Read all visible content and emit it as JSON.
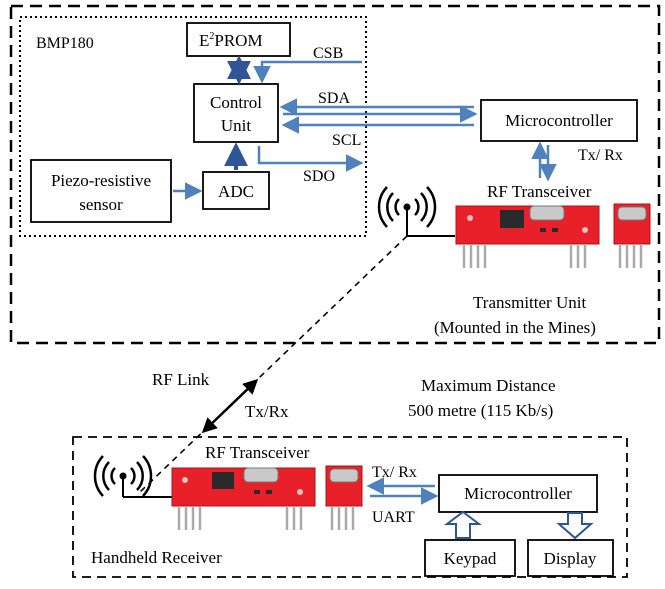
{
  "title": "",
  "transmitter": {
    "chip_label": "BMP180",
    "eeprom_label": "E",
    "eeprom_sup": "2",
    "eeprom_rest": "PROM",
    "control_line1": "Control",
    "control_line2": "Unit",
    "adc_label": "ADC",
    "sensor_line1": "Piezo-resistive",
    "sensor_line2": "sensor",
    "signal_csb": "CSB",
    "signal_sda": "SDA",
    "signal_scl": "SCL",
    "signal_sdo": "SDO",
    "mcu_label": "Microcontroller",
    "txrx_label": "Tx/ Rx",
    "rf_label": "RF Transceiver",
    "unit_line1": "Transmitter Unit",
    "unit_line2": "(Mounted in the Mines)"
  },
  "link": {
    "rf_link_label": "RF Link",
    "txrx_label": "Tx/Rx",
    "distance_line1": "Maximum  Distance",
    "distance_line2": "500 metre (115 Kb/s)"
  },
  "receiver": {
    "rf_label": "RF Transceiver",
    "txrx_label": "Tx/ Rx",
    "uart_label": "UART",
    "mcu_label": "Microcontroller",
    "keypad_label": "Keypad",
    "display_label": "Display",
    "unit_label": "Handheld Receiver"
  },
  "colors": {
    "arrow_blue": "#4f81bd",
    "arrow_dark_blue": "#2f5597",
    "pcb_red": "#e8202a"
  }
}
